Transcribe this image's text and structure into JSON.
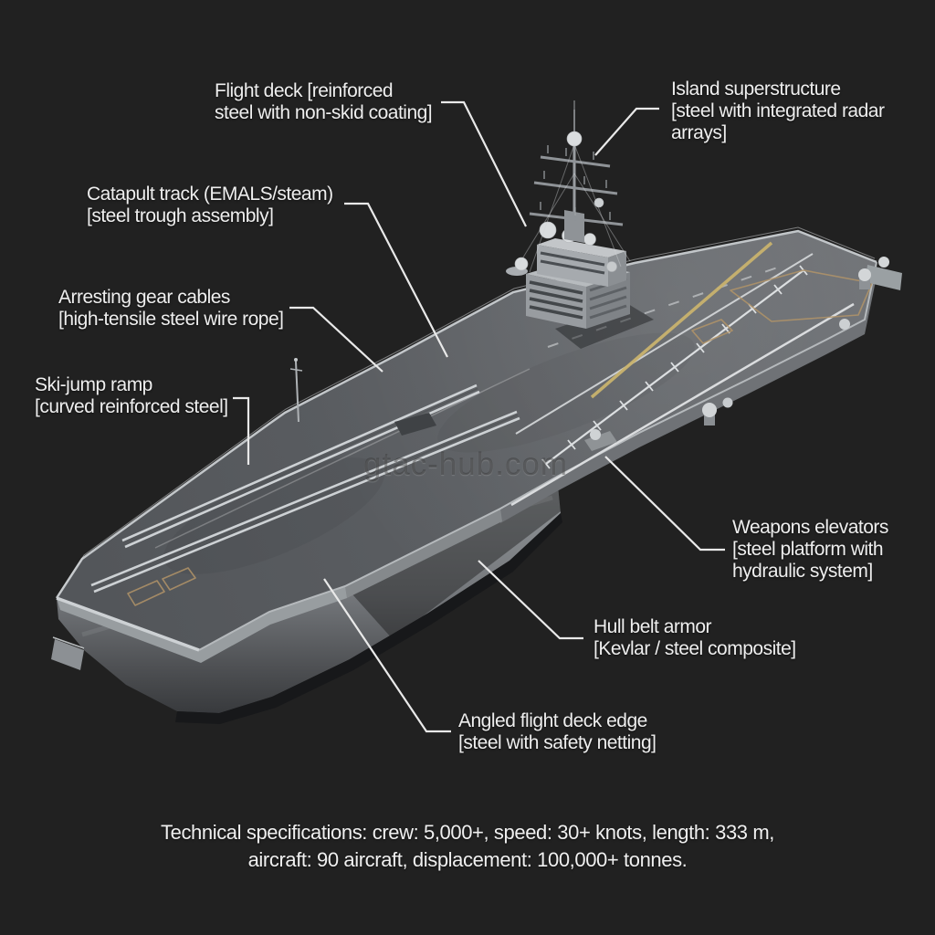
{
  "page": {
    "background_color": "#212121",
    "text_color": "#eeeeee"
  },
  "watermark": {
    "text": "gtac-hub.com"
  },
  "diagram": {
    "subject": "Labeled 3D render of an aircraft carrier (bow lower-left, island superstructure amidships)",
    "colors": {
      "background": "#212121",
      "deck": "#5b5e62",
      "hull": "#7d8184",
      "island": "#aeb2b6",
      "marking_white": "#d9dcde",
      "marking_yellow": "#c9b36e",
      "marking_tan": "#b29468",
      "leader_line": "#e9e9e9"
    },
    "callouts": [
      {
        "name": "flight-deck",
        "lines": [
          "Flight deck [reinforced",
          "steel with non-skid coating]"
        ]
      },
      {
        "name": "island-superstructure",
        "lines": [
          "Island superstructure",
          "[steel with integrated radar",
          "arrays]"
        ]
      },
      {
        "name": "catapult-track",
        "lines": [
          "Catapult track (EMALS/steam)",
          "[steel trough assembly]"
        ]
      },
      {
        "name": "arresting-gear-cables",
        "lines": [
          "Arresting gear cables",
          "[high-tensile steel wire rope]"
        ]
      },
      {
        "name": "ski-jump-ramp",
        "lines": [
          "Ski-jump ramp",
          "[curved reinforced steel]"
        ]
      },
      {
        "name": "weapons-elevators",
        "lines": [
          "Weapons elevators",
          "[steel platform with",
          "hydraulic system]"
        ]
      },
      {
        "name": "hull-belt-armor",
        "lines": [
          "Hull belt armor",
          "[Kevlar / steel composite]"
        ]
      },
      {
        "name": "angled-flight-deck-edge",
        "lines": [
          "Angled flight deck edge",
          "[steel with safety netting]"
        ]
      }
    ]
  },
  "footer": {
    "line1": "Technical specifications: crew: 5,000+, speed: 30+ knots, length: 333 m,",
    "line2": "aircraft: 90 aircraft, displacement: 100,000+ tonnes."
  }
}
